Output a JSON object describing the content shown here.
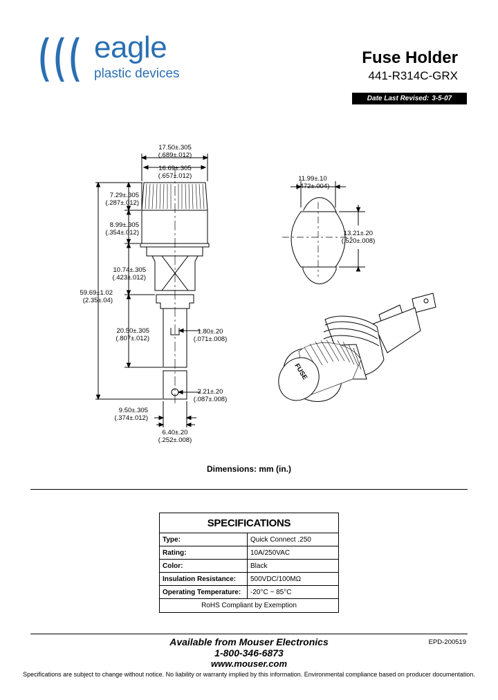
{
  "brand": {
    "name": "eagle",
    "subtitle": "plastic devices",
    "color": "#2a6fb3"
  },
  "title": {
    "product": "Fuse Holder",
    "part_number": "441-R314C-GRX"
  },
  "revision": {
    "label": "Date Last Revised:",
    "date": "3-5-07"
  },
  "drawing": {
    "dims": {
      "overall_width": [
        "17.50±.305",
        "(.689±.012)"
      ],
      "cap_width": [
        "16.69±.305",
        "(.657±.012)"
      ],
      "cap_height": [
        "7.29±.305",
        "(.287±.012)"
      ],
      "sleeve_height": [
        "8.99±.305",
        "(.354±.012)"
      ],
      "mid_height": [
        "10.74±.305",
        "(.423±.012)"
      ],
      "overall_height": [
        "59.69±1.02",
        "(2.35±.04)"
      ],
      "terminal_length": [
        "20.50±.305",
        "(.807±.012)"
      ],
      "terminal_thickness": [
        "1.80±.20",
        "(.071±.008)"
      ],
      "hole_dia": [
        "2.21±.20",
        "(.087±.008)"
      ],
      "tab_length": [
        "9.50±.305",
        "(.374±.012)"
      ],
      "tab_width": [
        "6.40±.20",
        "(.252±.008)"
      ],
      "panel_width": [
        "11.99±.10",
        "(.472±.004)"
      ],
      "panel_height": [
        "13.21±.20",
        "(.520±.008)"
      ]
    },
    "cap_label": "FUSE"
  },
  "dimensions_caption": "Dimensions: mm (in.)",
  "specs": {
    "heading": "SPECIFICATIONS",
    "rows": [
      {
        "key": "Type:",
        "value": "Quick Connect .250"
      },
      {
        "key": "Rating:",
        "value": "10A/250VAC"
      },
      {
        "key": "Color:",
        "value": "Black"
      },
      {
        "key": "Insulation Resistance:",
        "value": "500VDC/100MΩ"
      },
      {
        "key": "Operating Temperature:",
        "value": "-20°C ~ 85°C"
      }
    ],
    "footnote": "RoHS Compliant by Exemption"
  },
  "footer": {
    "available": "Available from Mouser Electronics",
    "phone": "1-800-346-6873",
    "website": "www.mouser.com",
    "doc_code": "EPD-200519",
    "disclaimer": "Specifications are subject to change without notice.   No liability or warranty implied by this information.   Environmental compliance based on producer documentation."
  }
}
